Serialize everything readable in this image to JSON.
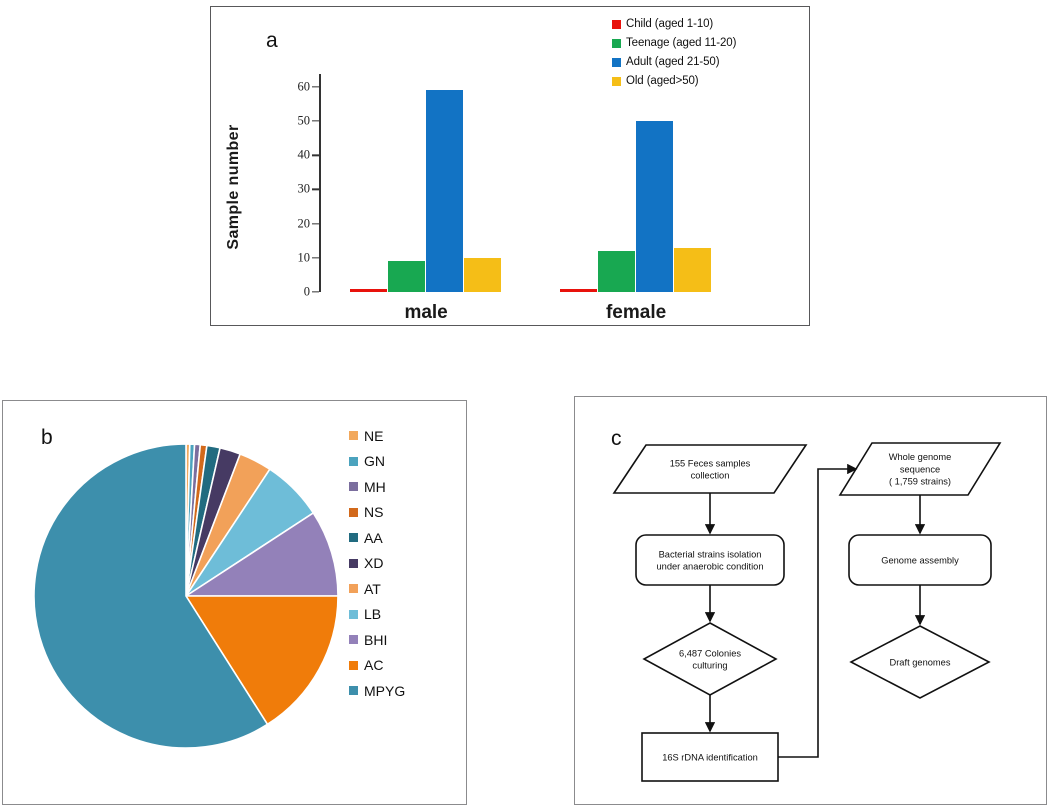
{
  "figure": {
    "panels": [
      "a",
      "b",
      "c"
    ]
  },
  "panel_a": {
    "label": "a",
    "ylabel": "Sample number",
    "legend": [
      {
        "label": "Child (aged 1-10)",
        "color": "#E8120C"
      },
      {
        "label": "Teenage (aged 11-20)",
        "color": "#18A851"
      },
      {
        "label": "Adult (aged 21-50)",
        "color": "#1273C4"
      },
      {
        "label": "Old (aged>50)",
        "color": "#F5BE17"
      }
    ],
    "chart_data": {
      "type": "bar",
      "title": "",
      "xlabel": "",
      "ylabel": "Sample number",
      "categories": [
        "male",
        "female"
      ],
      "ylim": [
        0,
        62
      ],
      "yticks": [
        0,
        10,
        20,
        30,
        40,
        50,
        60
      ],
      "grid": false,
      "legend_position": "top-right",
      "series": [
        {
          "name": "Child (aged 1-10)",
          "color": "#E8120C",
          "values": [
            1,
            1
          ]
        },
        {
          "name": "Teenage (aged 11-20)",
          "color": "#18A851",
          "values": [
            9,
            12
          ]
        },
        {
          "name": "Adult (aged 21-50)",
          "color": "#1273C4",
          "values": [
            59,
            50
          ]
        },
        {
          "name": "Old (aged>50)",
          "color": "#F5BE17",
          "values": [
            10,
            13
          ]
        }
      ]
    }
  },
  "panel_b": {
    "label": "b",
    "legend": [
      {
        "label": "NE",
        "color": "#F2A85C"
      },
      {
        "label": "GN",
        "color": "#4BA3BE"
      },
      {
        "label": "MH",
        "color": "#7B6E9E"
      },
      {
        "label": "NS",
        "color": "#D2691B"
      },
      {
        "label": "AA",
        "color": "#216B80"
      },
      {
        "label": "XD",
        "color": "#463A63"
      },
      {
        "label": "AT",
        "color": "#F2A159"
      },
      {
        "label": "LB",
        "color": "#6EBDD8"
      },
      {
        "label": "BHI",
        "color": "#9381B9"
      },
      {
        "label": "AC",
        "color": "#F07C0A"
      },
      {
        "label": "MPYG",
        "color": "#3D8FAC"
      }
    ],
    "chart_data": {
      "type": "pie",
      "title": "",
      "legend_position": "right",
      "start_angle_deg": 0,
      "direction": "clockwise",
      "labels": [
        "NE",
        "GN",
        "MH",
        "NS",
        "AA",
        "XD",
        "AT",
        "LB",
        "BHI",
        "AC",
        "MPYG"
      ],
      "values": [
        0.4,
        0.5,
        0.6,
        0.7,
        1.4,
        2.2,
        3.5,
        6.5,
        9.2,
        16.0,
        59.0
      ],
      "unit": "percent",
      "colors": [
        "#F2A85C",
        "#4BA3BE",
        "#7B6E9E",
        "#D2691B",
        "#216B80",
        "#463A63",
        "#F2A159",
        "#6EBDD8",
        "#9381B9",
        "#F07C0A",
        "#3D8FAC"
      ]
    }
  },
  "panel_c": {
    "label": "c",
    "chart_data": {
      "type": "diagram",
      "nodes": [
        {
          "id": "n1",
          "shape": "parallelogram",
          "text": [
            "155 Feces samples",
            "collection"
          ]
        },
        {
          "id": "n2",
          "shape": "rounded-rect",
          "text": [
            "Bacterial strains isolation",
            "under anaerobic condition"
          ]
        },
        {
          "id": "n3",
          "shape": "diamond",
          "text": [
            "6,487 Colonies",
            "culturing"
          ]
        },
        {
          "id": "n4",
          "shape": "rect",
          "text": [
            "16S rDNA identification"
          ]
        },
        {
          "id": "n5",
          "shape": "parallelogram",
          "text": [
            "Whole genome",
            "sequence",
            "( 1,759 strains)"
          ]
        },
        {
          "id": "n6",
          "shape": "rounded-rect",
          "text": [
            "Genome assembly"
          ]
        },
        {
          "id": "n7",
          "shape": "diamond",
          "text": [
            "Draft genomes"
          ]
        }
      ],
      "edges": [
        {
          "from": "n1",
          "to": "n2"
        },
        {
          "from": "n2",
          "to": "n3"
        },
        {
          "from": "n3",
          "to": "n4"
        },
        {
          "from": "n4",
          "to": "n5"
        },
        {
          "from": "n5",
          "to": "n6"
        },
        {
          "from": "n6",
          "to": "n7"
        }
      ]
    }
  }
}
